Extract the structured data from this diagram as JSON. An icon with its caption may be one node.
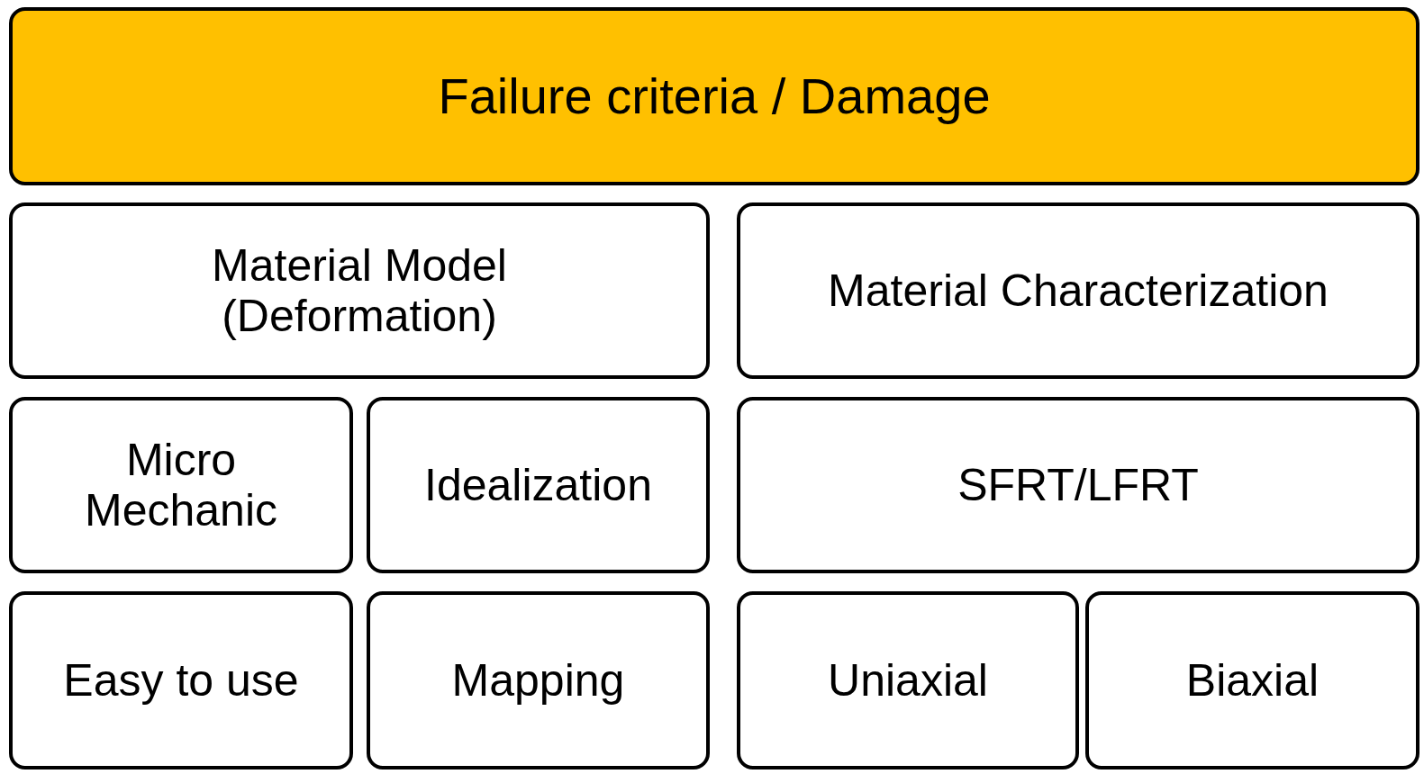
{
  "diagram": {
    "nodes": [
      {
        "text": [
          "Failure criteria / Damage"
        ]
      },
      {
        "text": [
          "Material Model (Deformation)"
        ]
      },
      {
        "text": [
          "Material Characterization"
        ]
      },
      {
        "text": [
          "Micro Mechanic"
        ]
      },
      {
        "text": [
          "Idealization"
        ]
      },
      {
        "text": [
          "SFRT/LFRT"
        ]
      },
      {
        "text": [
          "Easy to use"
        ]
      },
      {
        "text": [
          "Mapping"
        ]
      },
      {
        "text": [
          "Uniaxial"
        ]
      },
      {
        "text": [
          "Biaxial"
        ]
      }
    ]
  }
}
